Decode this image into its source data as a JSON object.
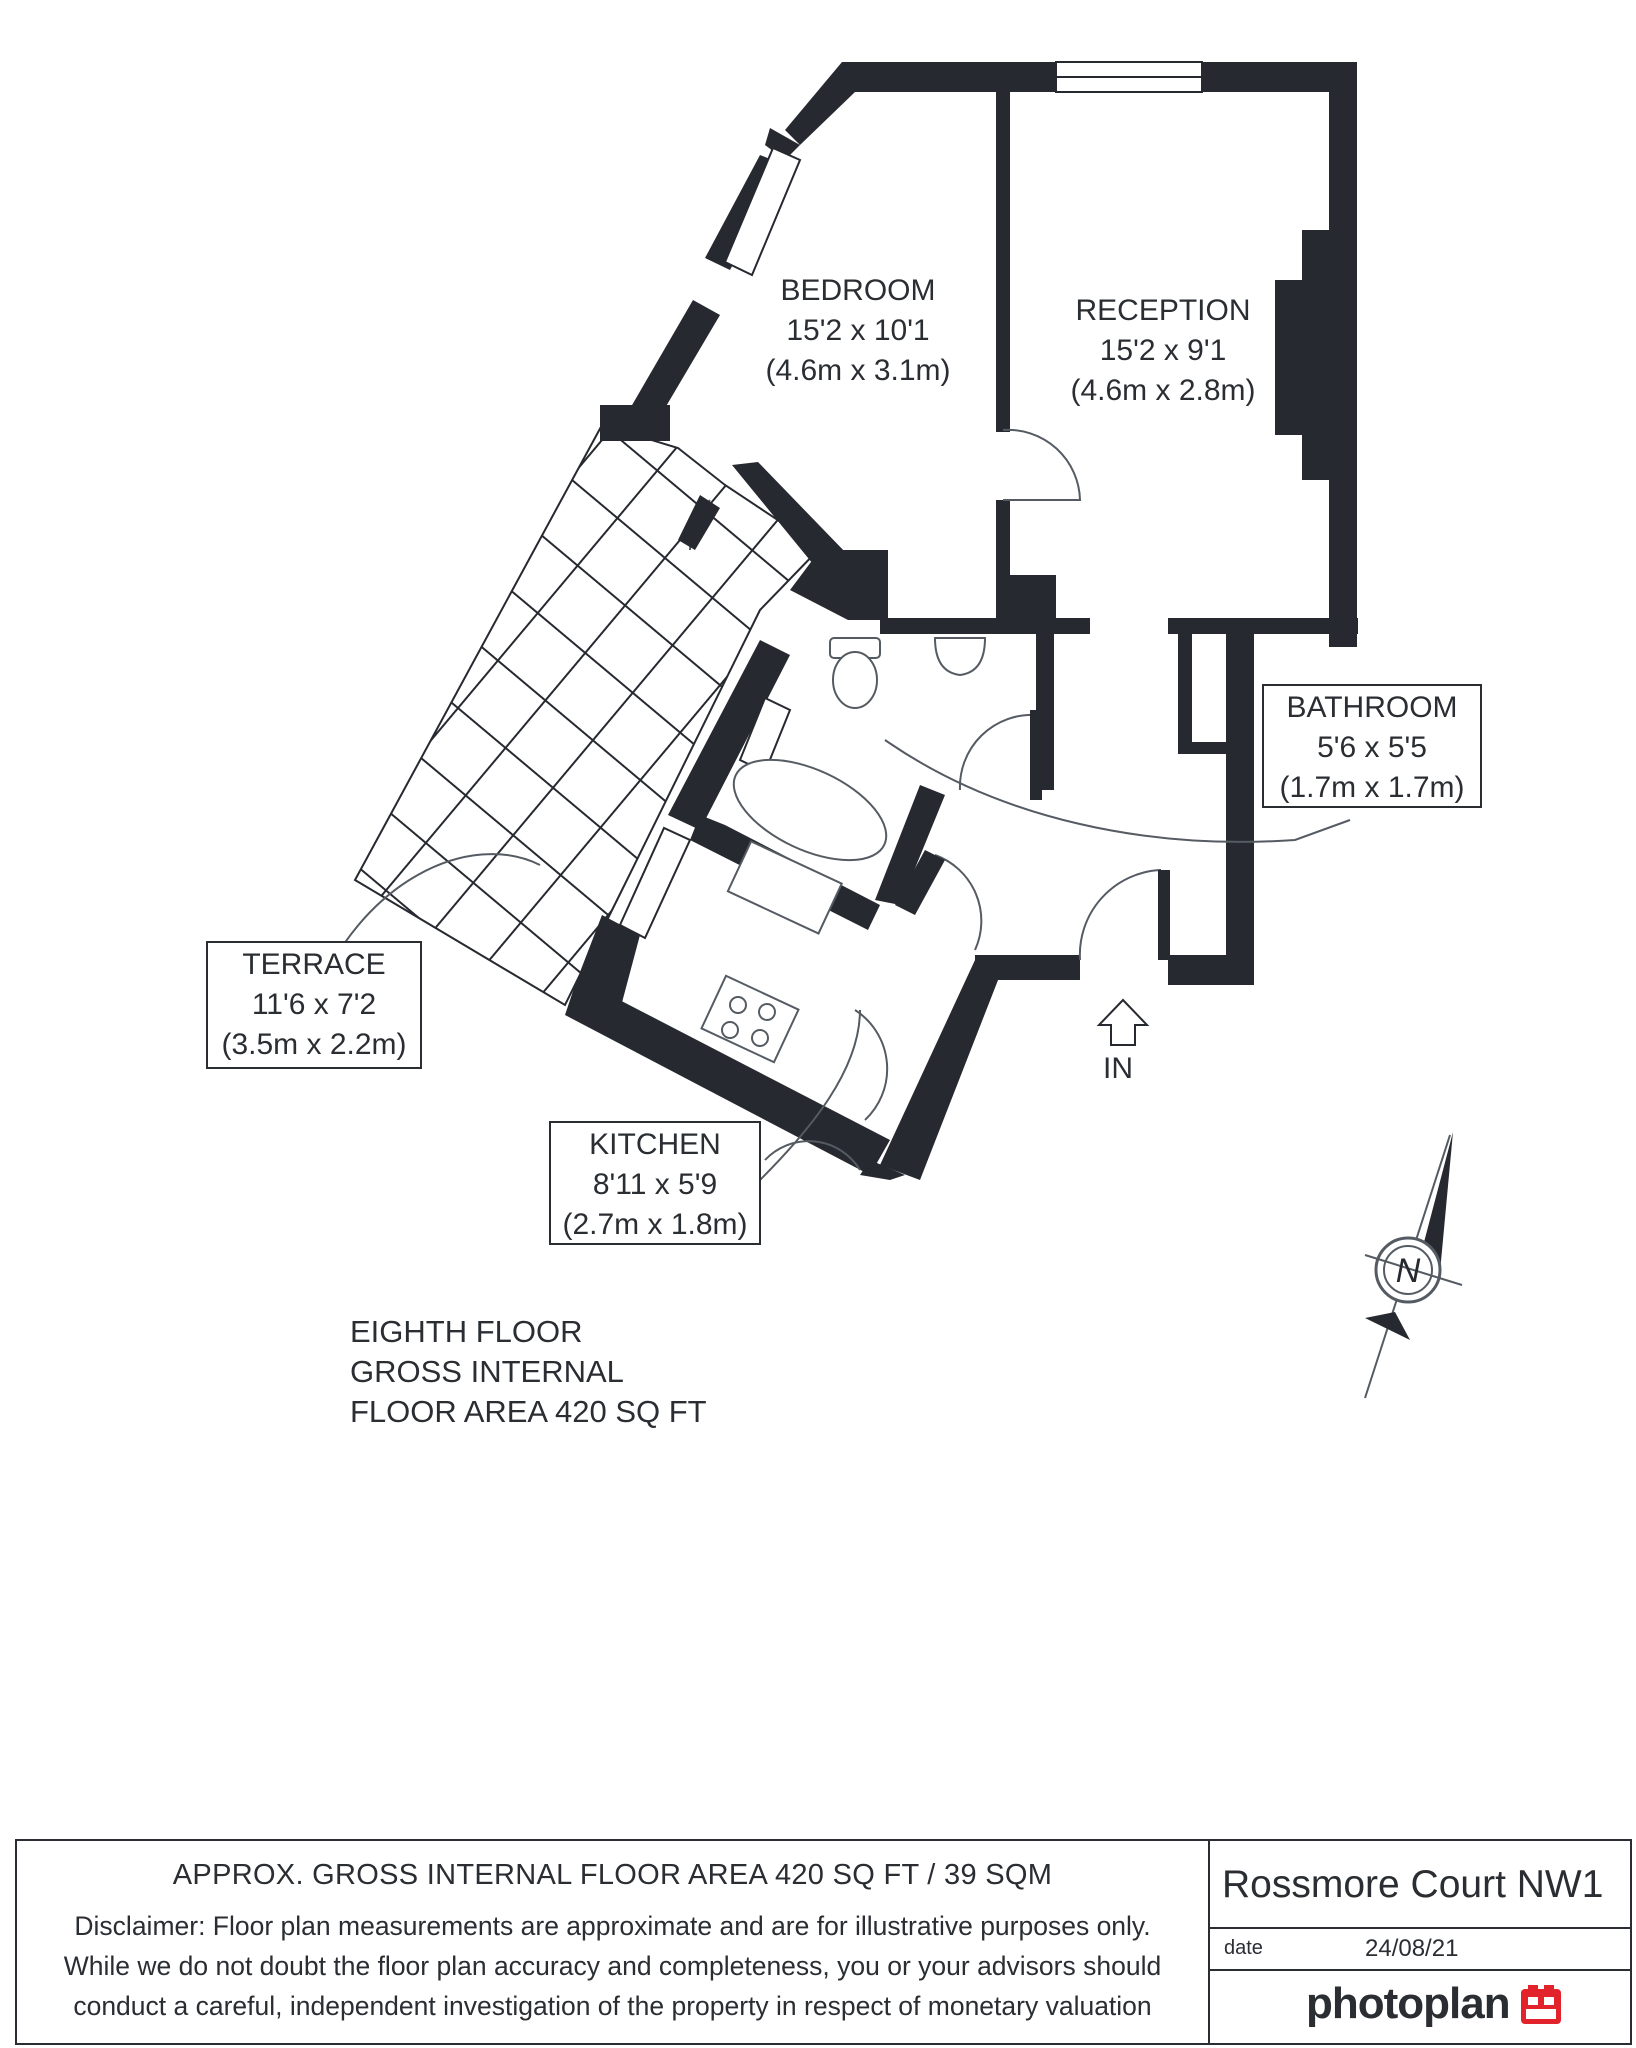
{
  "rooms": {
    "bedroom": {
      "name": "BEDROOM",
      "imperial": "15'2 x 10'1",
      "metric": "(4.6m x 3.1m)"
    },
    "reception": {
      "name": "RECEPTION",
      "imperial": "15'2 x 9'1",
      "metric": "(4.6m x 2.8m)"
    },
    "bathroom": {
      "name": "BATHROOM",
      "imperial": "5'6 x 5'5",
      "metric": "(1.7m x 1.7m)"
    },
    "terrace": {
      "name": "TERRACE",
      "imperial": "11'6 x 7'2",
      "metric": "(3.5m x 2.2m)"
    },
    "kitchen": {
      "name": "KITCHEN",
      "imperial": "8'11 x 5'9",
      "metric": "(2.7m x 1.8m)"
    }
  },
  "entrance_label": "IN",
  "compass_label": "N",
  "floor_summary": [
    "EIGHTH FLOOR",
    "GROSS INTERNAL",
    "FLOOR AREA 420 SQ FT"
  ],
  "footer": {
    "area": "APPROX. GROSS INTERNAL FLOOR AREA 420 SQ FT / 39 SQM",
    "disclaimer": [
      "Disclaimer: Floor plan measurements are approximate and are for illustrative purposes only.",
      "While we do not doubt the floor plan accuracy and completeness, you or your advisors should",
      "conduct a careful, independent investigation of the property in respect of monetary valuation"
    ],
    "property_name": "Rossmore Court NW1",
    "date_label": "date",
    "date_value": "24/08/21",
    "brand": "photoplan"
  },
  "colors": {
    "wall": "#262a30",
    "brand_red": "#e3232c",
    "line": "#555b62"
  },
  "icons": [
    "compass-icon",
    "entrance-arrow-icon",
    "photoplan-logo-icon"
  ]
}
